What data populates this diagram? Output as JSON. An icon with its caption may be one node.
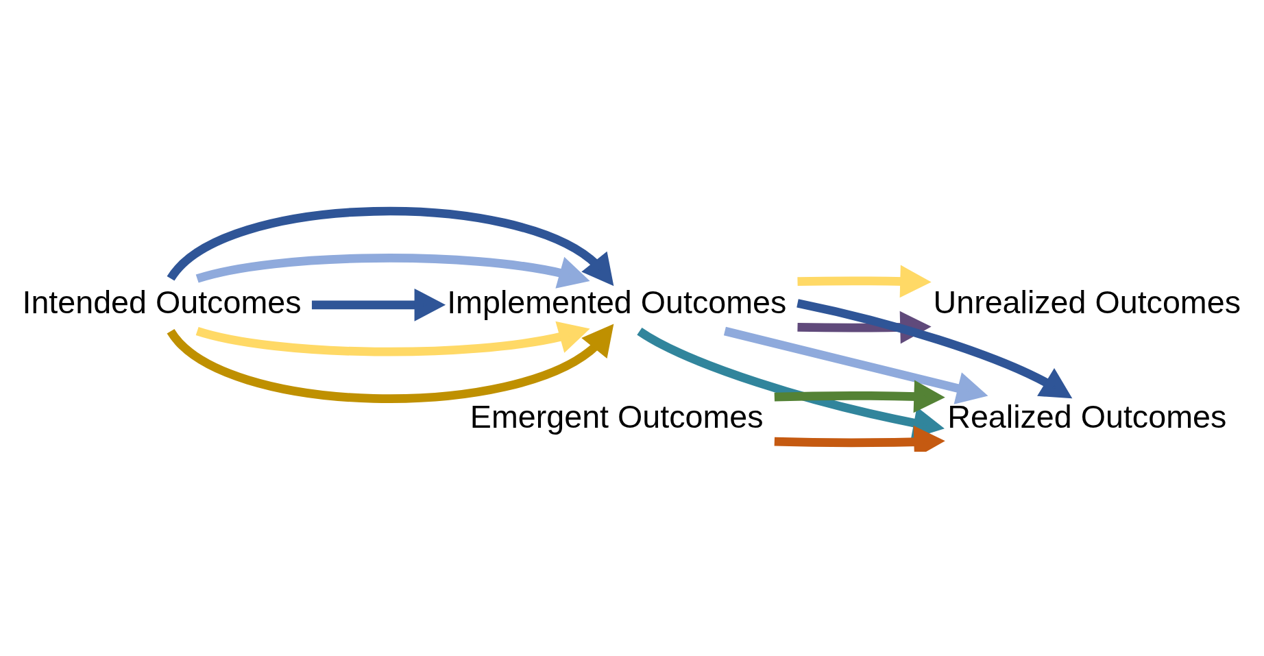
{
  "diagram": {
    "nodes": [
      {
        "text": [
          "Intended Outcomes"
        ]
      },
      {
        "text": [
          "Unrealized Outcomes"
        ]
      },
      {
        "text": [
          "Implemented Outcomes"
        ]
      },
      {
        "text": [
          "Realized Outcomes"
        ]
      },
      {
        "text": [
          "Emergent Outcomes"
        ]
      }
    ],
    "edges": [
      {
        "from": 0,
        "to": 2,
        "arrow": "to",
        "color": "#bf9000"
      },
      {
        "from": 0,
        "to": 2,
        "arrow": "to",
        "color": "#ffd966"
      },
      {
        "from": 0,
        "to": 2,
        "arrow": "to",
        "color": "#2f5597"
      },
      {
        "from": 0,
        "to": 2,
        "arrow": "to",
        "color": "#8faadc"
      },
      {
        "from": 0,
        "to": 2,
        "arrow": "to",
        "color": "#2f5597"
      },
      {
        "from": 2,
        "to": 1,
        "arrow": "to",
        "color": "#604a7b"
      },
      {
        "from": 2,
        "to": 1,
        "arrow": "to",
        "color": "#ffd966"
      },
      {
        "from": 2,
        "to": 3,
        "arrow": "to",
        "color": "#31859c"
      },
      {
        "from": 2,
        "to": 3,
        "arrow": "to",
        "color": "#8faadc"
      },
      {
        "from": 2,
        "to": 3,
        "arrow": "to",
        "color": "#2f5597"
      },
      {
        "from": 4,
        "to": 3,
        "arrow": "to",
        "color": "#c55a11"
      },
      {
        "from": 4,
        "to": 3,
        "arrow": "to",
        "color": "#548235"
      }
    ]
  }
}
